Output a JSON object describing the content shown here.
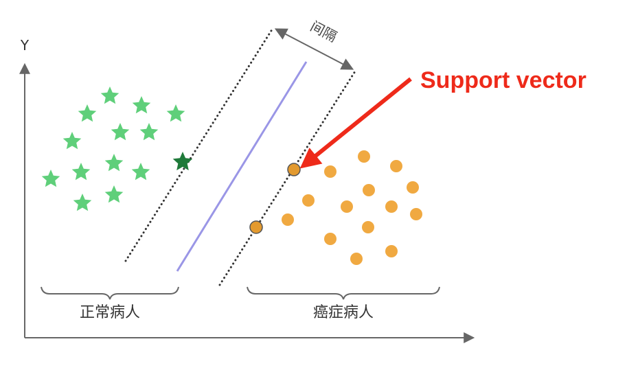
{
  "labels": {
    "y_axis": "Y",
    "margin": "间隔",
    "support_vector": "Support vector",
    "normal_group": "正常病人",
    "cancer_group": "癌症病人"
  },
  "colors": {
    "normal_point": "#5fcf7a",
    "normal_support": "#1f7a3a",
    "cancer_point": "#f0a941",
    "cancer_support": "#e39a2f",
    "hyperplane": "#9a96e6",
    "margin_line": "#333333",
    "annotation": "#ee2a1a",
    "axis": "#666666"
  },
  "icons": {
    "normal_point": "star-icon",
    "cancer_point": "circle-icon"
  }
}
